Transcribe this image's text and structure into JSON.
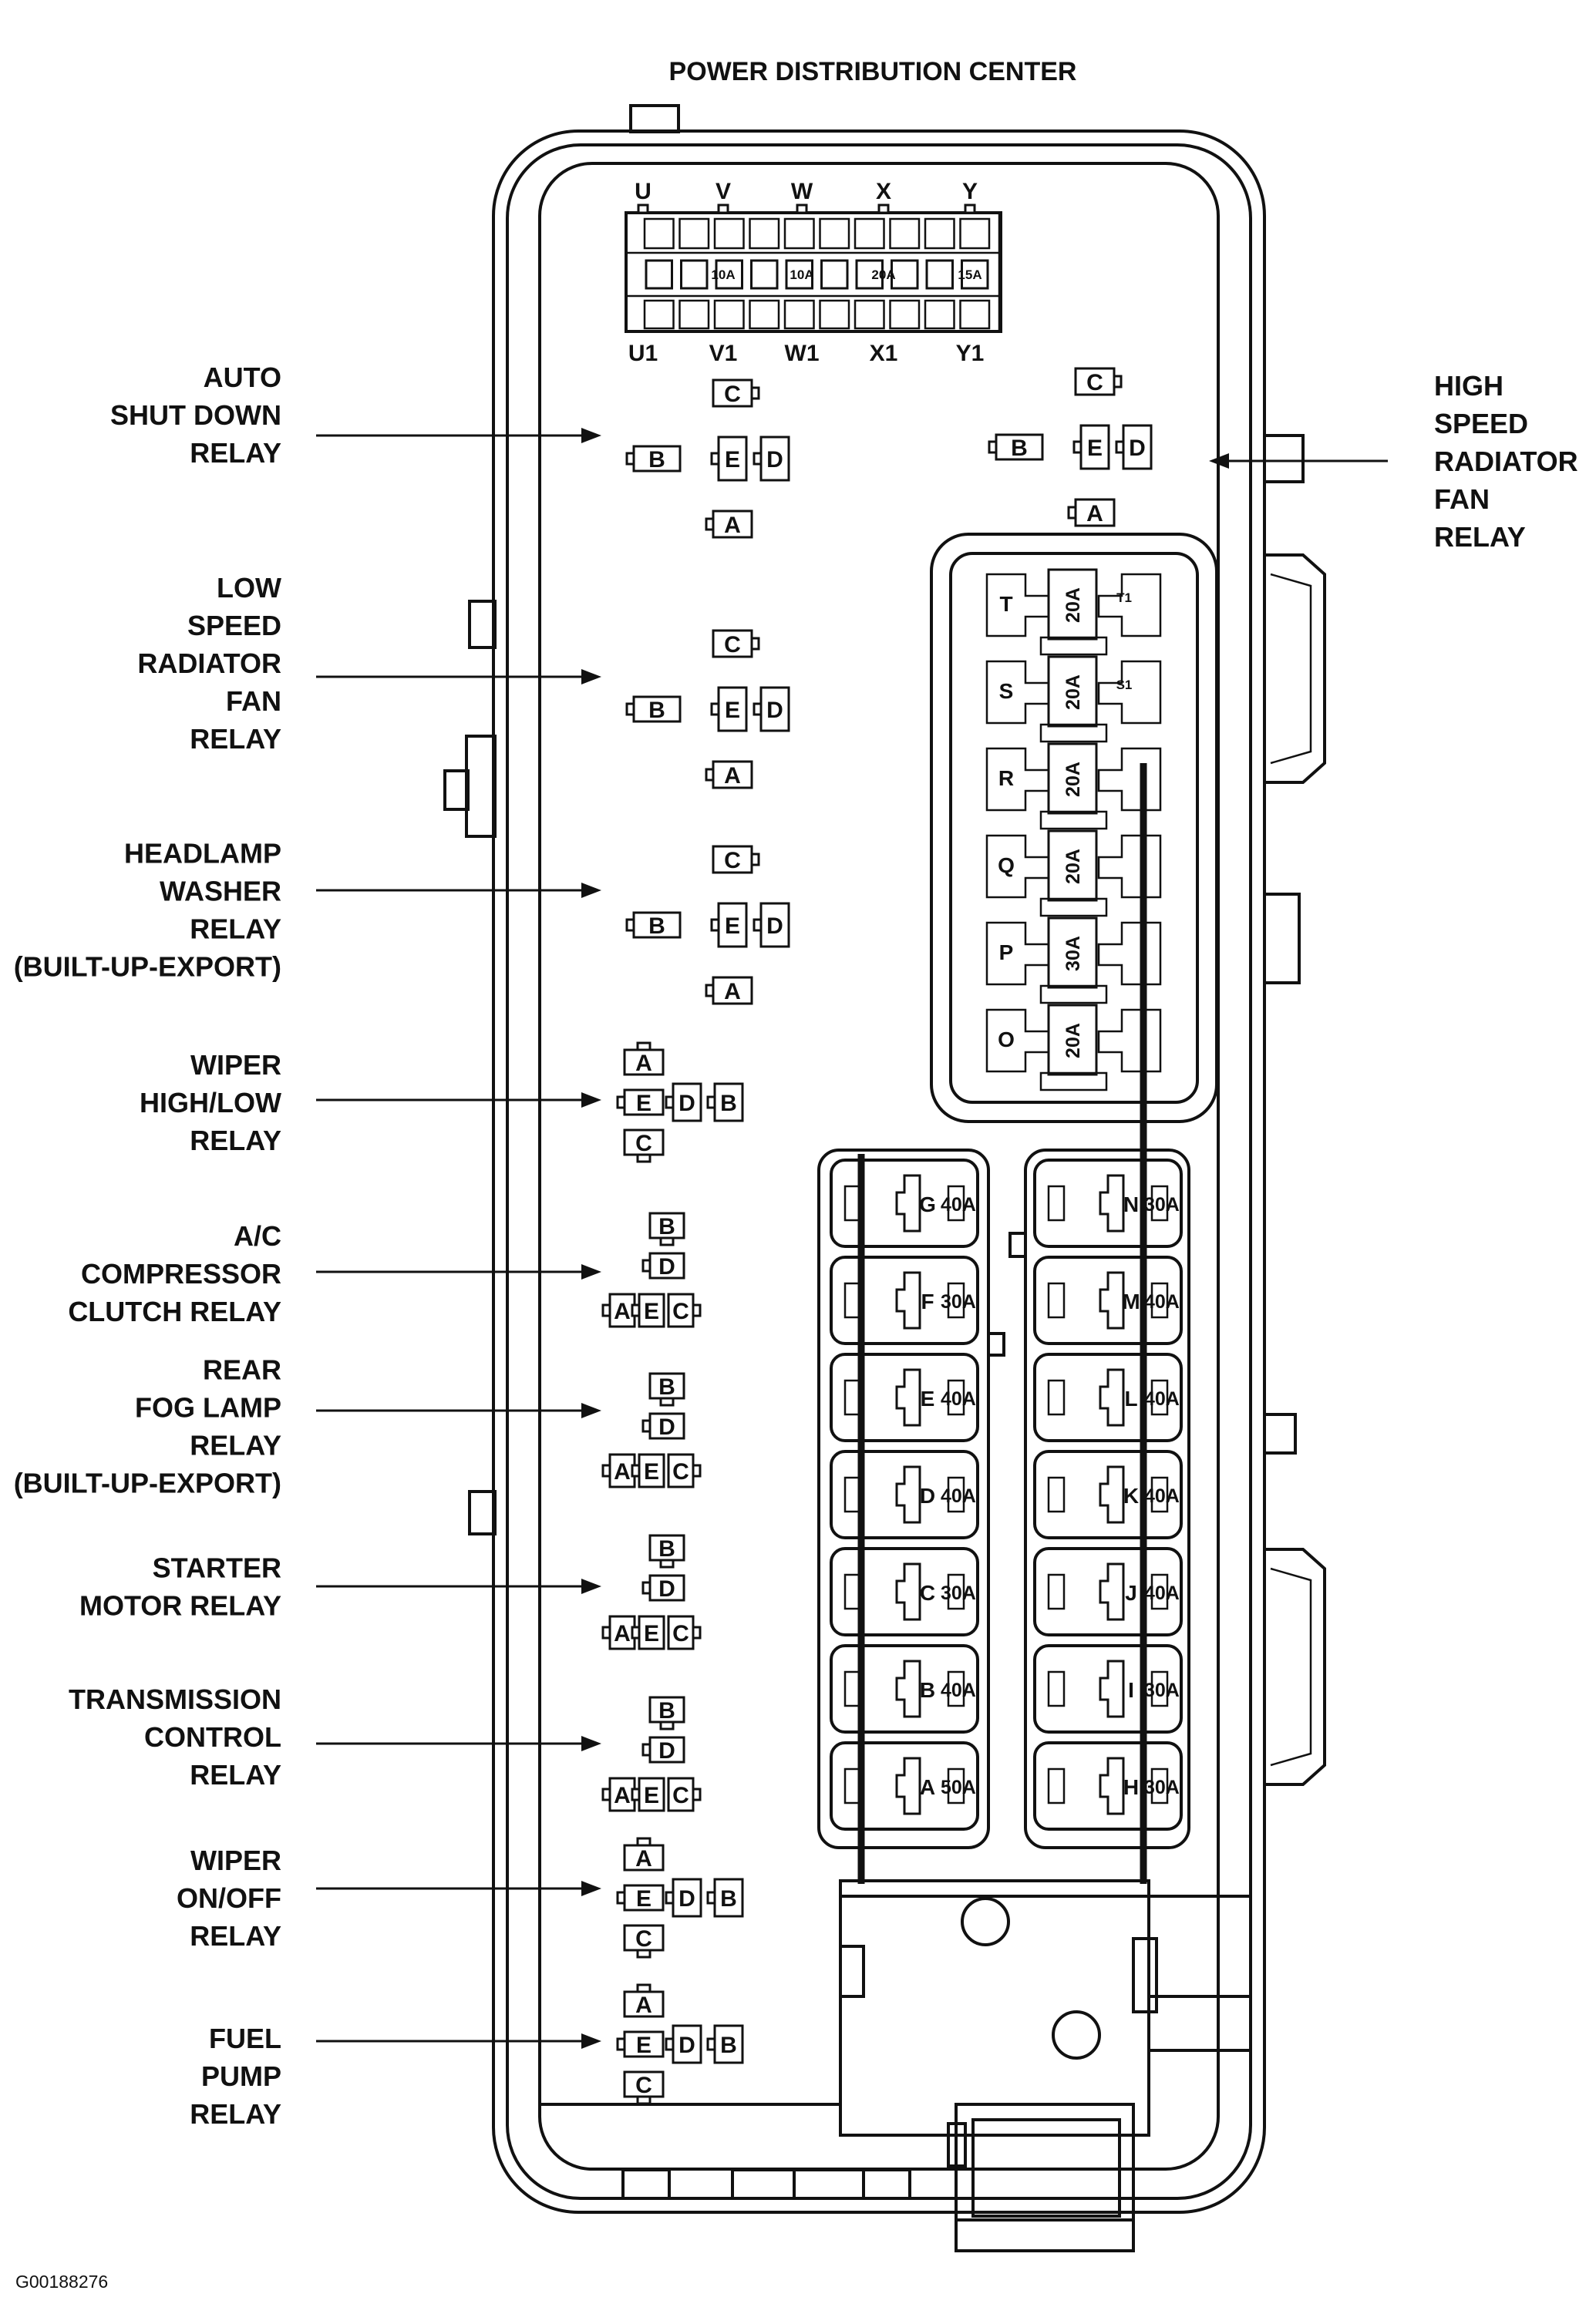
{
  "title": "POWER DISTRIBUTION CENTER",
  "figure_id": "G00188276",
  "top_fuses": {
    "top_labels": [
      "U",
      "V",
      "W",
      "X",
      "Y"
    ],
    "bottom_labels": [
      "U1",
      "V1",
      "W1",
      "X1",
      "Y1"
    ],
    "ratings": [
      "10A",
      "10A",
      "20A",
      "15A"
    ]
  },
  "relays_left": [
    {
      "label": [
        "AUTO",
        "SHUT DOWN",
        "RELAY"
      ],
      "pins": [
        "A",
        "B",
        "C",
        "D",
        "E"
      ]
    },
    {
      "label": [
        "LOW",
        "SPEED",
        "RADIATOR",
        "FAN",
        "RELAY"
      ],
      "pins": [
        "A",
        "B",
        "C",
        "D",
        "E"
      ]
    },
    {
      "label": [
        "HEADLAMP",
        "WASHER",
        "RELAY",
        "(BUILT-UP-EXPORT)"
      ],
      "pins": [
        "A",
        "B",
        "C",
        "D",
        "E"
      ]
    },
    {
      "label": [
        "WIPER",
        "HIGH/LOW",
        "RELAY"
      ],
      "pins": [
        "A",
        "B",
        "C",
        "D",
        "E"
      ]
    },
    {
      "label": [
        "A/C",
        "COMPRESSOR",
        "CLUTCH RELAY"
      ],
      "pins": [
        "A",
        "B",
        "C",
        "D",
        "E"
      ]
    },
    {
      "label": [
        "REAR",
        "FOG LAMP",
        "RELAY",
        "(BUILT-UP-EXPORT)"
      ],
      "pins": [
        "A",
        "B",
        "C",
        "D",
        "E"
      ]
    },
    {
      "label": [
        "STARTER",
        "MOTOR RELAY"
      ],
      "pins": [
        "A",
        "B",
        "C",
        "D",
        "E"
      ]
    },
    {
      "label": [
        "TRANSMISSION",
        "CONTROL",
        "RELAY"
      ],
      "pins": [
        "A",
        "B",
        "C",
        "D",
        "E"
      ]
    },
    {
      "label": [
        "WIPER",
        "ON/OFF",
        "RELAY"
      ],
      "pins": [
        "A",
        "B",
        "C",
        "D",
        "E"
      ]
    },
    {
      "label": [
        "FUEL",
        "PUMP",
        "RELAY"
      ],
      "pins": [
        "A",
        "B",
        "C",
        "D",
        "E"
      ]
    }
  ],
  "relay_right": {
    "label": [
      "HIGH",
      "SPEED",
      "RADIATOR",
      "FAN",
      "RELAY"
    ],
    "pins": [
      "A",
      "B",
      "C",
      "D",
      "E"
    ]
  },
  "mini_fuses": [
    {
      "id": "T",
      "rating": "20A",
      "alt": "T1"
    },
    {
      "id": "S",
      "rating": "20A",
      "alt": "S1"
    },
    {
      "id": "R",
      "rating": "20A",
      "alt": ""
    },
    {
      "id": "Q",
      "rating": "20A",
      "alt": ""
    },
    {
      "id": "P",
      "rating": "30A",
      "alt": ""
    },
    {
      "id": "O",
      "rating": "20A",
      "alt": ""
    }
  ],
  "cartridge_left": [
    {
      "id": "G",
      "rating": "40A"
    },
    {
      "id": "F",
      "rating": "30A"
    },
    {
      "id": "E",
      "rating": "40A"
    },
    {
      "id": "D",
      "rating": "40A"
    },
    {
      "id": "C",
      "rating": "30A"
    },
    {
      "id": "B",
      "rating": "40A"
    },
    {
      "id": "A",
      "rating": "50A"
    }
  ],
  "cartridge_right": [
    {
      "id": "N",
      "rating": "30A"
    },
    {
      "id": "M",
      "rating": "40A"
    },
    {
      "id": "L",
      "rating": "40A"
    },
    {
      "id": "K",
      "rating": "40A"
    },
    {
      "id": "J",
      "rating": "40A"
    },
    {
      "id": "I",
      "rating": "30A"
    },
    {
      "id": "H",
      "rating": "30A"
    }
  ]
}
